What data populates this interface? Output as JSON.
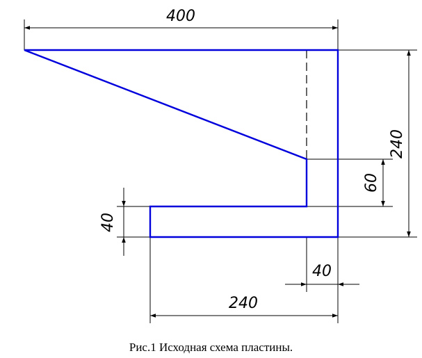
{
  "dimensions": {
    "top_width": "400",
    "right_height": "240",
    "step_height": "60",
    "bar_height": "40",
    "wall_width": "40",
    "bottom_width": "240"
  },
  "caption": "Рис.1 Исходная схема пластины.",
  "colors": {
    "outline": "#0000dd",
    "dimension": "#000000"
  }
}
